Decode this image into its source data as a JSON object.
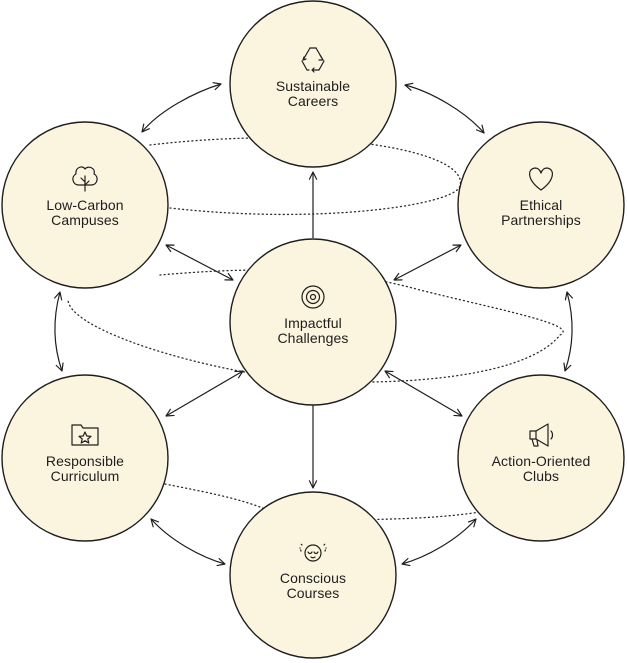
{
  "diagram": {
    "nodes": {
      "sustainable_careers": {
        "line1": "Sustainable",
        "line2": "Careers",
        "icon": "recycle-icon"
      },
      "ethical_partnerships": {
        "line1": "Ethical",
        "line2": "Partnerships",
        "icon": "heart-icon"
      },
      "low_carbon_campuses": {
        "line1": "Low-Carbon",
        "line2": "Campuses",
        "icon": "tree-icon"
      },
      "impactful_challenges": {
        "line1": "Impactful",
        "line2": "Challenges",
        "icon": "target-icon"
      },
      "responsible_curriculum": {
        "line1": "Responsible",
        "line2": "Curriculum",
        "icon": "folder-star-icon"
      },
      "action_oriented_clubs": {
        "line1": "Action-Oriented",
        "line2": "Clubs",
        "icon": "megaphone-icon"
      },
      "conscious_courses": {
        "line1": "Conscious",
        "line2": "Courses",
        "icon": "meditating-face-icon"
      }
    }
  }
}
